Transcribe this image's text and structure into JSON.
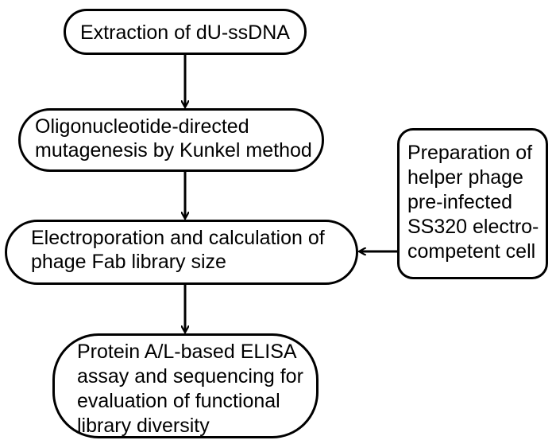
{
  "nodes": {
    "extraction": {
      "lines": [
        "Extraction of dU-ssDNA"
      ]
    },
    "mutagenesis": {
      "lines": [
        "Oligonucleotide-directed",
        "mutagenesis by Kunkel method"
      ]
    },
    "electroporation": {
      "lines": [
        "Electroporation and calculation of",
        "phage Fab library size"
      ]
    },
    "elisa": {
      "lines": [
        "Protein A/L-based ELISA",
        "assay and sequencing for",
        "evaluation of functional",
        "library diversity"
      ]
    },
    "preparation": {
      "lines": [
        "Preparation of",
        "helper phage",
        "pre-infected",
        "SS320 electro-",
        "competent cell"
      ]
    }
  }
}
